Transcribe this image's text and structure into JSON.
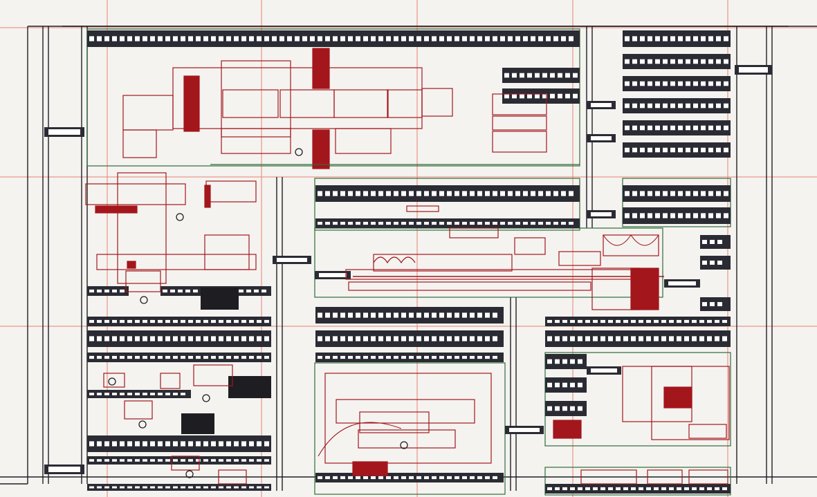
{
  "drawing": {
    "kind": "factory floor layout plan",
    "palette": {
      "background": "#f4f3f0",
      "grid_line": "#e8826f",
      "wall": "#1e1e22",
      "conveyor": "#2a2b33",
      "conveyor_slot": "#ffffff",
      "zone_outline": "#2f6b3a",
      "machinery": "#a3161c"
    },
    "symbols": {
      "grid": "reference-grid",
      "storage": "pallet-racking",
      "transfer": "transfer-shuttle",
      "machine": "production-machine",
      "marker": "station-marker-icon"
    },
    "visible_text": []
  }
}
